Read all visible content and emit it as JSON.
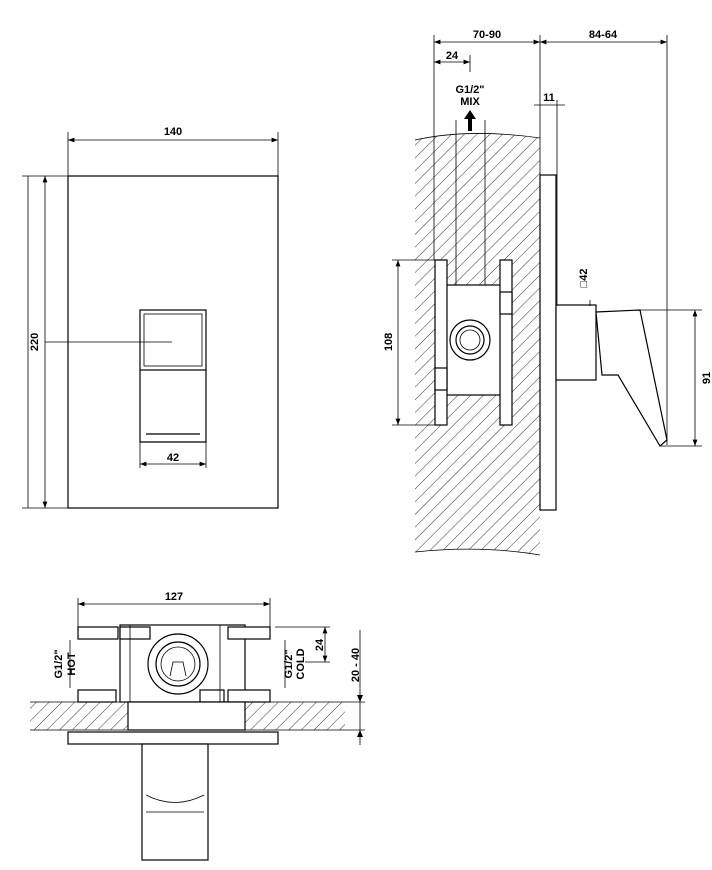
{
  "front_view": {
    "width_label": "140",
    "height_label": "220",
    "handle_width_label": "42"
  },
  "side_view": {
    "depth_label": "70-90",
    "projection_label": "84-64",
    "outlet_offset_label": "24",
    "outlet_thread_label": "G1/2\"",
    "outlet_name_label": "MIX",
    "plate_label": "11",
    "square_label": "□42",
    "box_height_label": "108",
    "handle_height_label": "91"
  },
  "top_view": {
    "box_width_label": "127",
    "hot_thread_label": "G1/2\"",
    "hot_label": "HOT",
    "cold_thread_label": "G1/2\"",
    "cold_label": "COLD",
    "inlet_offset_label": "24",
    "wall_range_label": "20 - 40"
  }
}
